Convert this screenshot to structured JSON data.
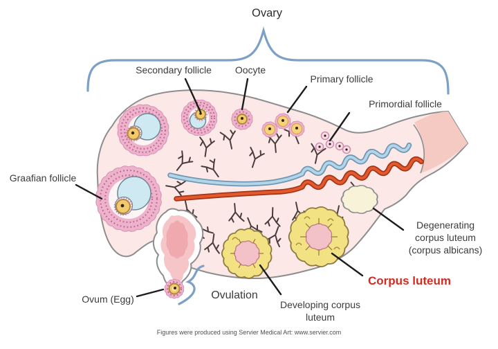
{
  "diagram": {
    "title": "Ovary",
    "labels": {
      "secondary_follicle": "Secondary follicle",
      "oocyte": "Oocyte",
      "primary_follicle": "Primary follicle",
      "primordial_follicle": "Primordial follicle",
      "graafian_follicle": "Graafian follicle",
      "ovum": "Ovum (Egg)",
      "ovulation": "Ovulation",
      "developing_corpus_luteum": "Developing corpus luteum",
      "corpus_luteum": "Corpus luteum",
      "degenerating_corpus_luteum": "Degenerating corpus luteum (corpus albicans)"
    },
    "footer": "Figures were produced using Servier Medical Art: www.servier.com",
    "colors": {
      "label_text": "#3b3b3b",
      "corpus_luteum_label": "#d42b21",
      "brace_blue": "#7da0c7",
      "ovary_fill": "#fbe8e7",
      "stalk_fill": "#f5cac2",
      "follicle_ring_pink": "#edb3ca",
      "antrum_blue": "#cfe9f2",
      "oocyte_yellow": "#f2ca6d",
      "vessel_red": "#e2582f",
      "vessel_blue": "#b3d5e9",
      "corpus_luteum_yellow": "#f3e283",
      "corpus_luteum_core_pink": "#f3c2c8",
      "corpus_albicans_cream": "#f8f2d8"
    }
  }
}
